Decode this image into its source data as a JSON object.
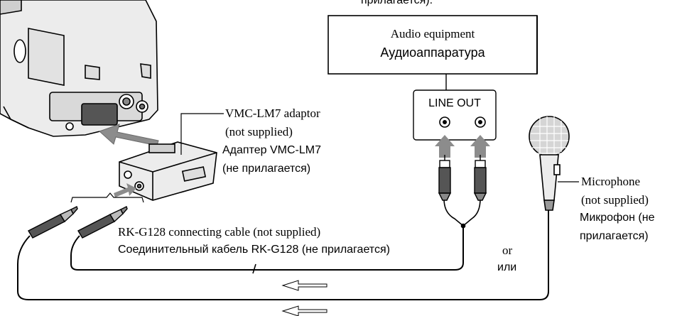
{
  "top_note": "прилагается).",
  "audio_box": {
    "title_en": "Audio equipment",
    "title_ru": "Аудиоаппаратура"
  },
  "line_out": {
    "label": "LINE OUT"
  },
  "adaptor": {
    "line1": "VMC-LM7 adaptor",
    "line2": "(not supplied)",
    "line3": "Адаптер VMC-LM7",
    "line4": "(не прилагается)"
  },
  "microphone": {
    "line1": "Microphone",
    "line2": "(not supplied)",
    "line3": "Микрофон (не",
    "line4": "прилагается)"
  },
  "cable": {
    "label_en": "RK-G128 connecting cable (not supplied)",
    "label_ru": "Соединительный кабель RK-G128 (не прилагается)"
  },
  "or_label": {
    "en": "or",
    "ru": "или"
  },
  "colors": {
    "line": "#000000",
    "camera_fill": "#eaeaea",
    "arrow_fill": "#8c8c8c"
  }
}
